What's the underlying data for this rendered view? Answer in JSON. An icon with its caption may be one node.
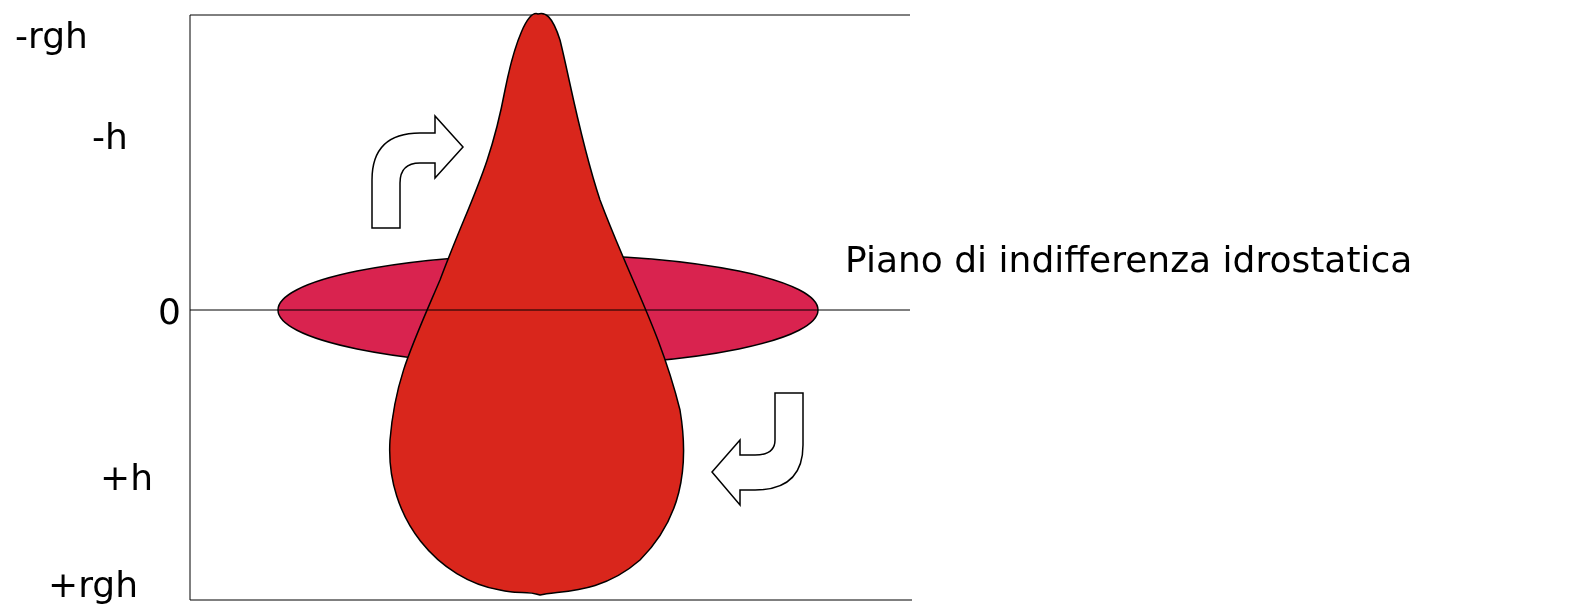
{
  "diagram": {
    "labels": [
      "-rgh",
      "-h",
      "Piano di indifferenza idrostatica",
      "0",
      "+h",
      "+rgh"
    ]
  }
}
